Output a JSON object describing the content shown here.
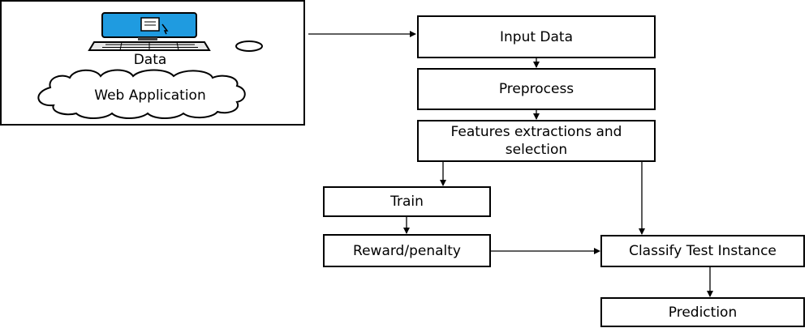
{
  "source": {
    "data_label": "Data",
    "web_app_label": "Web Application"
  },
  "steps": {
    "input": "Input Data",
    "preprocess": "Preprocess",
    "features": "Features extractions and selection",
    "train": "Train",
    "reward": "Reward/penalty",
    "classify": "Classify Test Instance",
    "prediction": "Prediction"
  },
  "icons": [
    "computer-icon",
    "mouse-icon",
    "cloud-icon"
  ],
  "colors": {
    "screen": "#1f9be0",
    "stroke": "#000000",
    "background": "#ffffff"
  }
}
